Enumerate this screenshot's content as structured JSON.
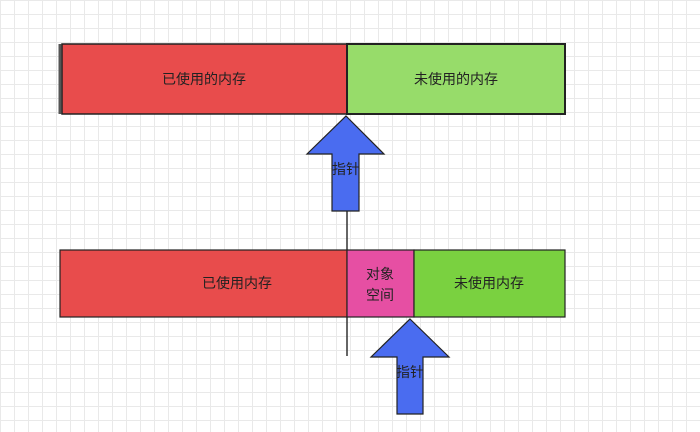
{
  "top_bar": {
    "used_label": "已使用的内存",
    "unused_label": "未使用的内存",
    "pointer_label": "指针"
  },
  "bottom_bar": {
    "used_label": "已使用内存",
    "object_label_line1": "对象",
    "object_label_line2": "空间",
    "unused_label": "未使用内存",
    "pointer_label": "指针"
  },
  "colors": {
    "used": "#e84c4c",
    "unused_top": "#97dc6a",
    "unused_bottom": "#7ad140",
    "object": "#e64fa3",
    "pointer": "#4a6cf0",
    "stroke": "#222222"
  }
}
